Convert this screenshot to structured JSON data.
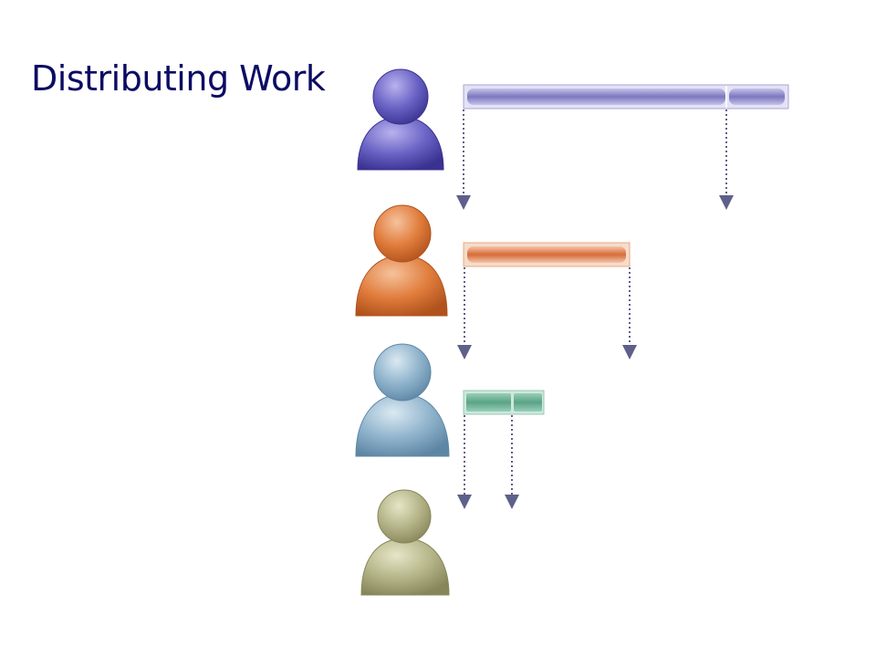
{
  "slide": {
    "title": "Distributing Work"
  },
  "colors": {
    "title": "#0c0c64",
    "arrow": "#5f5f8c",
    "person_purple": "#6a62c4",
    "person_orange": "#e07c3c",
    "person_blue": "#7ea6c0",
    "person_olive": "#a8a878",
    "bar_purple": "#8a86c8",
    "bar_orange": "#e08858",
    "bar_green": "#6cae96"
  },
  "diagram": {
    "people": [
      {
        "name": "person-1",
        "color": "purple"
      },
      {
        "name": "person-2",
        "color": "orange"
      },
      {
        "name": "person-3",
        "color": "blue"
      },
      {
        "name": "person-4",
        "color": "olive"
      }
    ],
    "work_bars": [
      {
        "owner": "person-1",
        "color": "purple",
        "segments": 2
      },
      {
        "owner": "person-2",
        "color": "orange",
        "segments": 1
      },
      {
        "owner": "person-3",
        "color": "green",
        "segments": 2
      }
    ]
  }
}
